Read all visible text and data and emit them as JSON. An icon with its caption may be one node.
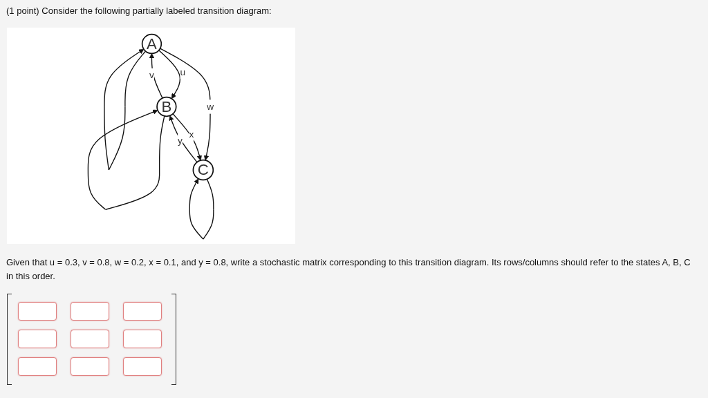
{
  "diagram": {
    "title": "(1 point) Consider the following partially labeled transition diagram:",
    "nodes": [
      {
        "text": [
          "A"
        ]
      },
      {
        "text": [
          "B"
        ]
      },
      {
        "text": [
          "C"
        ]
      }
    ],
    "edges": [
      {
        "from": 0,
        "to": 0,
        "arrow": "to"
      },
      {
        "from": 0,
        "to": 1,
        "arrow": "to",
        "label": "u"
      },
      {
        "from": 1,
        "to": 0,
        "arrow": "to",
        "label": "v"
      },
      {
        "from": 1,
        "to": 1,
        "arrow": "to"
      },
      {
        "from": 0,
        "to": 2,
        "arrow": "to",
        "label": "w"
      },
      {
        "from": 1,
        "to": 2,
        "arrow": "to",
        "label": "x"
      },
      {
        "from": 2,
        "to": 1,
        "arrow": "to",
        "label": "y"
      },
      {
        "from": 2,
        "to": 2,
        "arrow": "to"
      }
    ],
    "labels": [
      "Given that u = 0.3, v = 0.8, w = 0.2, x = 0.1, and y = 0.8, write a stochastic matrix corresponding to this transition diagram. Its rows/columns should refer to the states A, B, C in this order."
    ]
  }
}
